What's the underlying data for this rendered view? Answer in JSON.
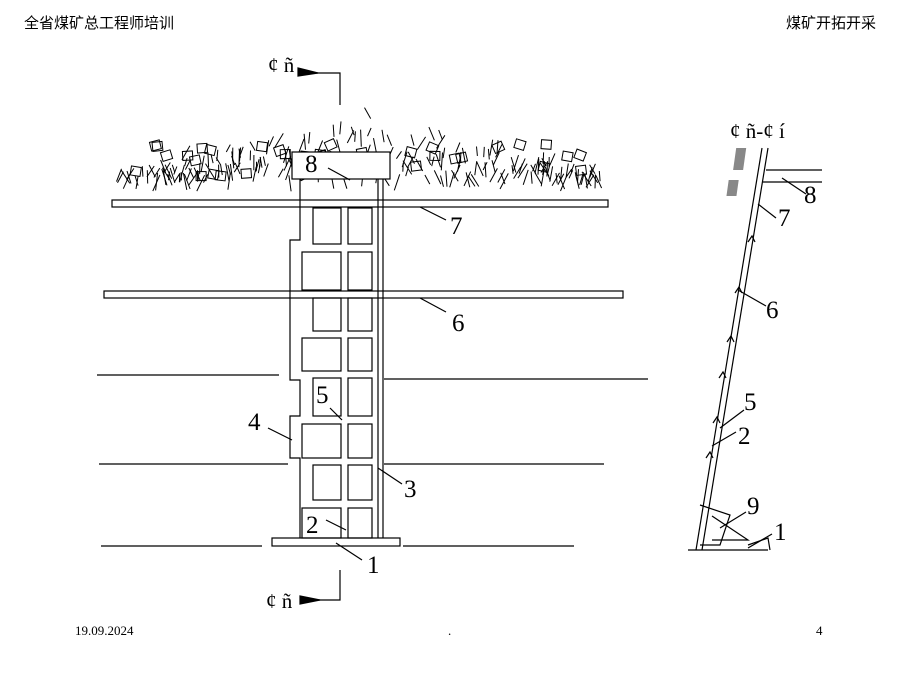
{
  "header": {
    "left": "全省煤矿总工程师培训",
    "right": "煤矿开拓开采"
  },
  "footer": {
    "date": "19.09.2024",
    "dot": ".",
    "page": "4"
  },
  "diagram": {
    "section_marks": {
      "top": "¢ ñ",
      "bottom": "¢ ñ",
      "side": "¢ ñ-¢ í"
    },
    "plan_labels": [
      "8",
      "7",
      "6",
      "5",
      "4",
      "3",
      "2",
      "1"
    ],
    "section_labels": [
      "8",
      "7",
      "6",
      "5",
      "2",
      "9",
      "1"
    ]
  }
}
